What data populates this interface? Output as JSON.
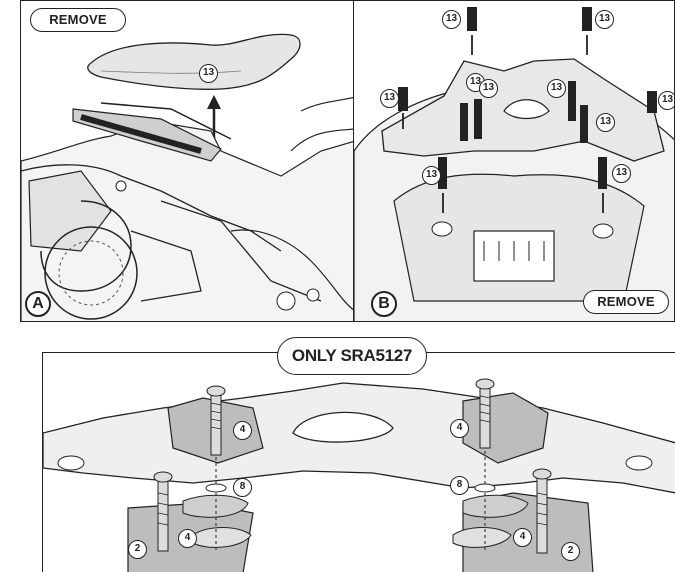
{
  "panels": {
    "a": {
      "step_label": "A",
      "remove_label": "REMOVE",
      "callouts": [
        "13"
      ]
    },
    "b": {
      "step_label": "B",
      "remove_label": "REMOVE",
      "callouts": [
        "13",
        "13",
        "13",
        "13",
        "13",
        "13",
        "13",
        "13",
        "13",
        "13"
      ]
    },
    "c": {
      "title": "ONLY SRA5127",
      "callouts": [
        "4",
        "8",
        "2",
        "4",
        "4",
        "8",
        "4",
        "2"
      ]
    }
  },
  "colors": {
    "line": "#222222",
    "fill_light": "#e6e6e6",
    "fill_mid": "#bdbdbd"
  }
}
